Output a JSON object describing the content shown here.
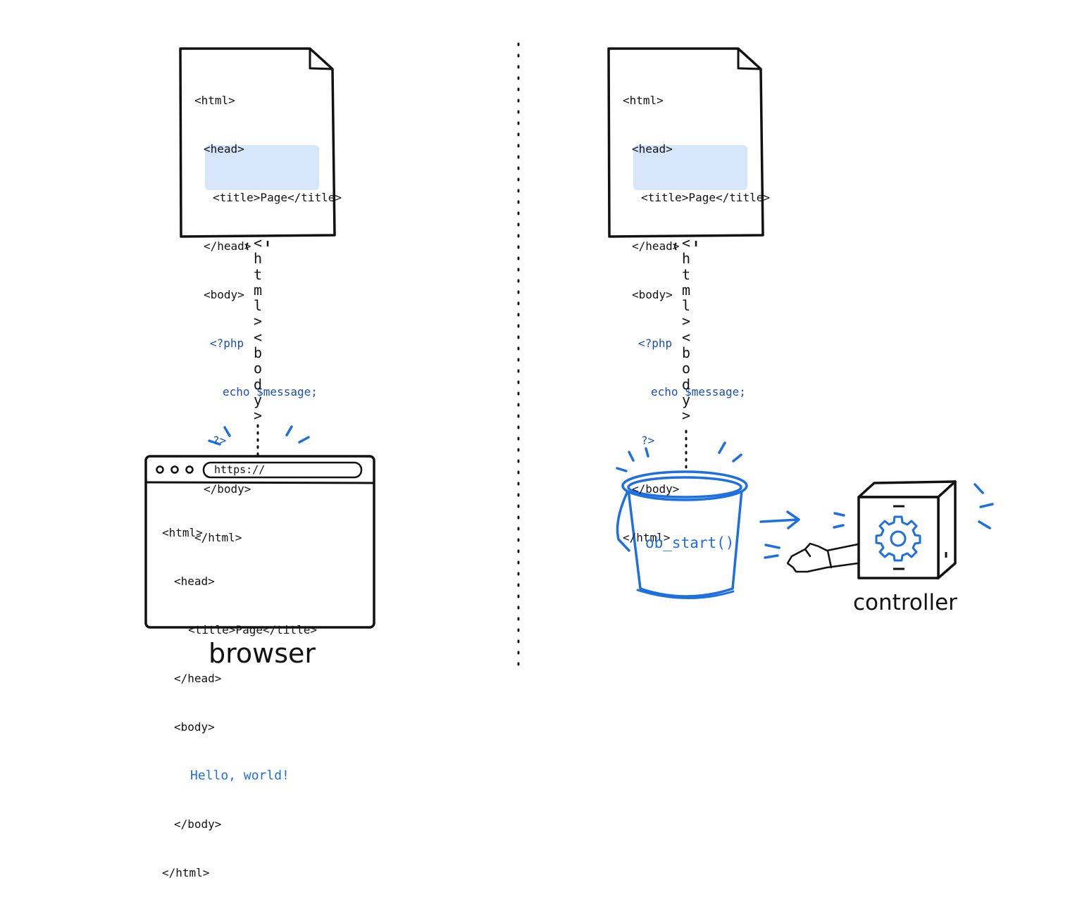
{
  "left_panel": {
    "source_doc": {
      "lines": [
        "<html>",
        "<head>",
        "<title>Page</title>",
        "</head>",
        "<body>",
        "<?php",
        "echo $message;",
        "?>",
        "</body>",
        "</html>"
      ]
    },
    "stream_text": [
      "<",
      "h",
      "t",
      "m",
      "l",
      ">",
      "<",
      "b",
      "o",
      "d",
      "y",
      ">"
    ],
    "browser": {
      "url": "https://",
      "lines": [
        "<html>",
        "<head>",
        "<title>Page</title>",
        "</head>",
        "<body>",
        "Hello, world!",
        "</body>",
        "</html>"
      ],
      "caption": "browser"
    }
  },
  "right_panel": {
    "source_doc": {
      "lines": [
        "<html>",
        "<head>",
        "<title>Page</title>",
        "</head>",
        "<body>",
        "<?php",
        "echo $message;",
        "?>",
        "</body>",
        "</html>"
      ]
    },
    "stream_text": [
      "<",
      "h",
      "t",
      "m",
      "l",
      ">",
      "<",
      "b",
      "o",
      "d",
      "y",
      ">"
    ],
    "bucket": {
      "label": "ob_start()"
    },
    "controller": {
      "caption": "controller",
      "icon": "gear-icon"
    }
  },
  "colors": {
    "accent": "#1e6fe0",
    "highlight": "#d6e6fb",
    "ink": "#111111"
  }
}
